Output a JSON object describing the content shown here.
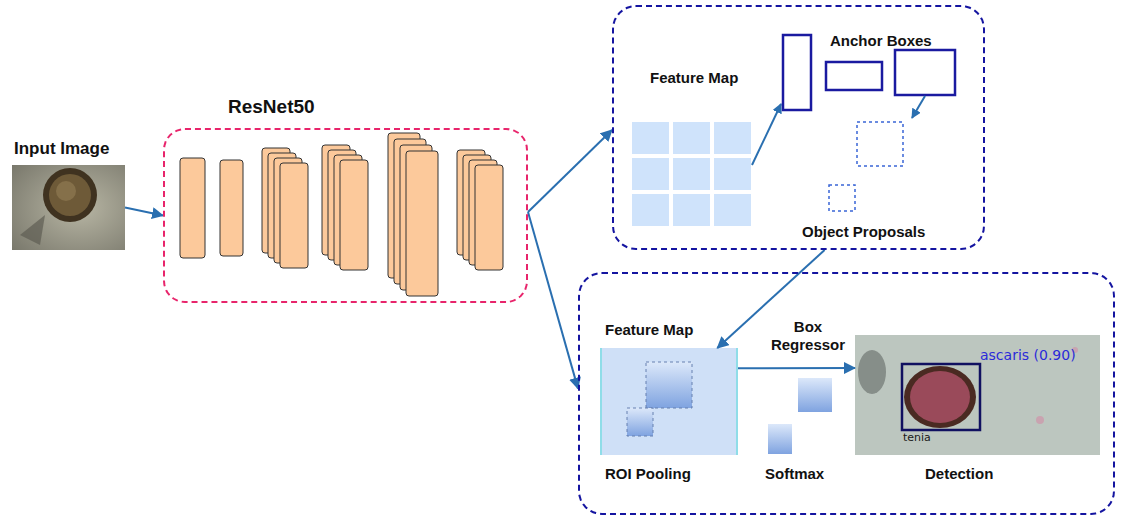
{
  "diagram": {
    "nodes": [
      {
        "text": [
          "Input Image"
        ]
      },
      {
        "text": [
          "ResNet50"
        ]
      },
      {
        "text": [
          "Feature Map",
          "Anchor Boxes",
          "Object Proposals"
        ]
      },
      {
        "text": [
          "Softmax"
        ]
      },
      {
        "text": [
          "Feature Map",
          "ROI Pooling"
        ],
        "in": 3
      },
      {
        "text": [
          "ascaris (0.90)",
          "tenia",
          "Detection"
        ],
        "in": 3
      }
    ],
    "edges": [
      {
        "from": 0,
        "to": 1,
        "arrow": "to"
      },
      {
        "from": 1,
        "to": 2,
        "arrow": "to"
      },
      {
        "from": 1,
        "to": 3,
        "arrow": "to"
      },
      {
        "from": 2,
        "to": 4,
        "arrow": "to"
      },
      {
        "from": 4,
        "to": 5,
        "label": "Box Regressor",
        "arrow": "to"
      }
    ]
  }
}
